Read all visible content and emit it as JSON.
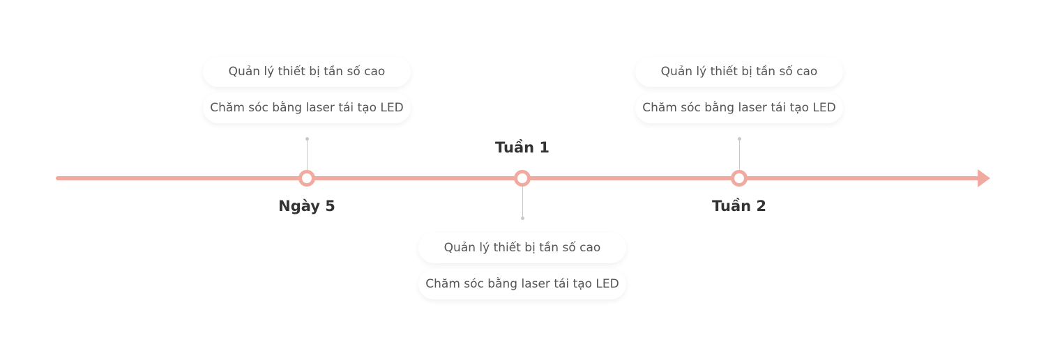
{
  "colors": {
    "line": "#f0aaa0",
    "connector": "#c8c8c8",
    "label_text": "#333333",
    "card_text": "#555555"
  },
  "milestones": [
    {
      "label": "Ngày 5",
      "items": [
        "Quản lý thiết bị tần số cao",
        "Chăm sóc bằng laser tái tạo LED"
      ]
    },
    {
      "label": "Tuần 1",
      "items": [
        "Quản lý thiết bị tần số cao",
        "Chăm sóc bằng laser tái tạo LED"
      ]
    },
    {
      "label": "Tuần 2",
      "items": [
        "Quản lý thiết bị tần số cao",
        "Chăm sóc bằng laser tái tạo LED"
      ]
    }
  ]
}
